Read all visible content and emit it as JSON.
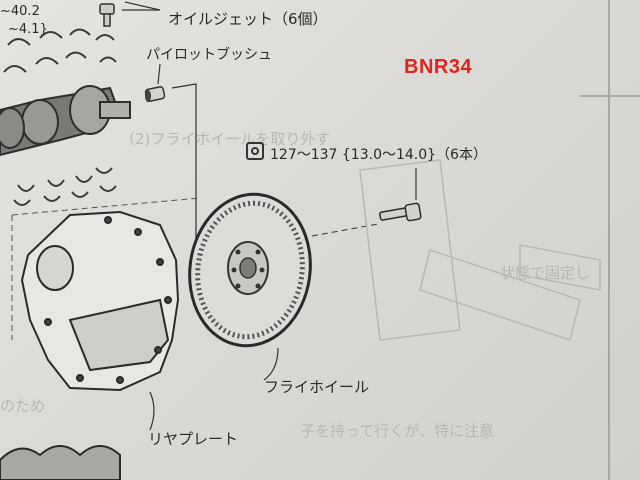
{
  "labels": {
    "oil_jet": "オイルジェット（6個）",
    "pilot_bush": "パイロットブッシュ",
    "flywheel": "フライホイール",
    "rear_plate": "リヤプレート",
    "spec_top": "~40.2",
    "spec_bottom": "~4.1}"
  },
  "torque": {
    "icon": "torque-wrench-icon",
    "spec": "127～137 {13.0～14.0}（6本）"
  },
  "tag": {
    "text": "BNR34",
    "color": "#e0241b"
  }
}
